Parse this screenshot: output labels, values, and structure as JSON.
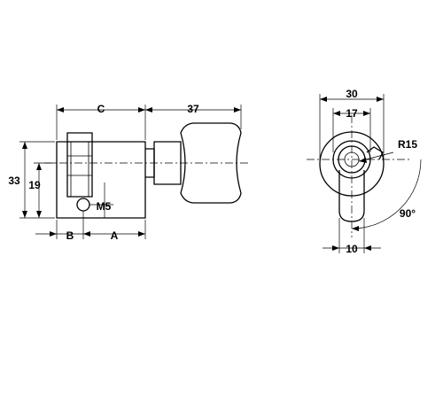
{
  "drawing": {
    "side_view": {
      "labels": {
        "dim_c": "C",
        "dim_37": "37",
        "dim_33": "33",
        "dim_19": "19",
        "dim_m5": "M5",
        "dim_b": "B",
        "dim_a": "A"
      }
    },
    "front_view": {
      "labels": {
        "dim_30": "30",
        "dim_17": "17",
        "dim_r15": "R15",
        "dim_90": "90°",
        "dim_10": "10"
      }
    }
  }
}
